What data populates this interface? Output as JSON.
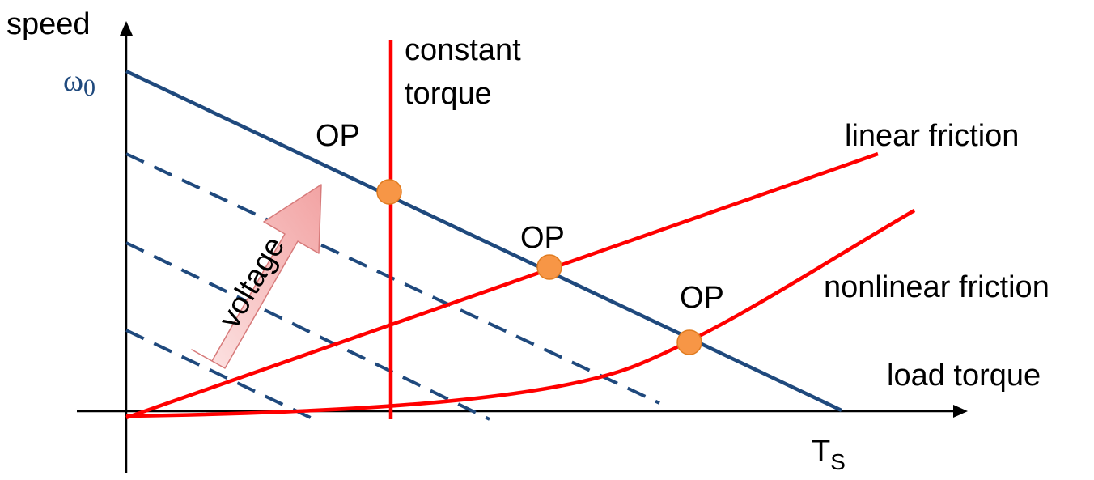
{
  "labels": {
    "y_axis": "speed",
    "omega_symbol": "ω",
    "omega_subscript": "0",
    "ts_main": "T",
    "ts_sub": "S",
    "load_torque": "load torque",
    "constant_torque_1": "constant",
    "constant_torque_2": "torque",
    "linear_friction": "linear friction",
    "nonlinear_friction": "nonlinear friction",
    "op": "OP",
    "voltage": "voltage"
  },
  "colors": {
    "motor_line": "#1f497d",
    "load_line": "#ff0000",
    "op_point": "#f79646",
    "op_point_stroke": "#e07b1f",
    "arrow_fill_light": "#fde6e6",
    "arrow_fill_dark": "#f2a3a3",
    "arrow_stroke": "#d77b7b"
  },
  "curves": [
    {
      "name": "motor characteristic",
      "style": "solid",
      "color": "motor_line"
    },
    {
      "name": "reduced voltage characteristic",
      "style": "dashed",
      "color": "motor_line",
      "count": 3
    },
    {
      "name": "constant torque",
      "style": "solid",
      "color": "load_line"
    },
    {
      "name": "linear friction",
      "style": "solid",
      "color": "load_line"
    },
    {
      "name": "nonlinear friction",
      "style": "solid",
      "color": "load_line"
    }
  ],
  "operating_points": 3,
  "icons": {
    "voltage_arrow": "up-right-arrow-icon"
  }
}
